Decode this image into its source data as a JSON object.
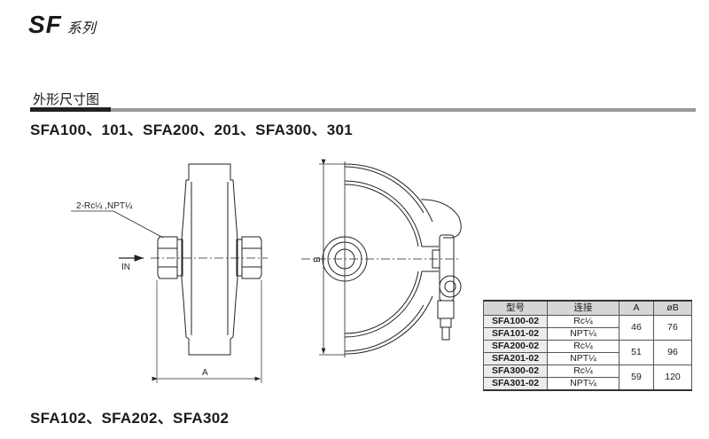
{
  "header": {
    "series": "SF",
    "series_suffix": "系列"
  },
  "section": {
    "label": "外形尺寸图"
  },
  "models_heading": "SFA100、101、SFA200、201、SFA300、301",
  "models_heading_2": "SFA102、SFA202、SFA302",
  "drawing": {
    "port_label": "2-Rc¼ ,NPT¼",
    "inlet_label": "IN",
    "dim_a": "A",
    "dim_b": "B"
  },
  "table": {
    "headers": [
      "型号",
      "连接",
      "A",
      "øB"
    ],
    "groups": [
      {
        "a": "46",
        "b": "76",
        "rows": [
          {
            "model": "SFA100-02",
            "conn": "Rc¼"
          },
          {
            "model": "SFA101-02",
            "conn": "NPT¼"
          }
        ]
      },
      {
        "a": "51",
        "b": "96",
        "rows": [
          {
            "model": "SFA200-02",
            "conn": "Rc¼"
          },
          {
            "model": "SFA201-02",
            "conn": "NPT¼"
          }
        ]
      },
      {
        "a": "59",
        "b": "120",
        "rows": [
          {
            "model": "SFA300-02",
            "conn": "Rc¼"
          },
          {
            "model": "SFA301-02",
            "conn": "NPT¼"
          }
        ]
      }
    ]
  }
}
